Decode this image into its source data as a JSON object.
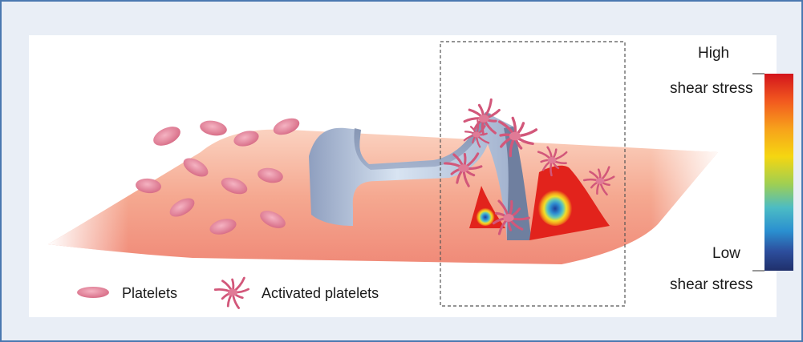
{
  "legend": {
    "platelets": "Platelets",
    "activated_platelets": "Activated platelets"
  },
  "scale": {
    "high_word": "High",
    "high_sub": "shear stress",
    "low_word": "Low",
    "low_sub": "shear stress",
    "colors": [
      "#d3141c",
      "#f25a1f",
      "#f7a21b",
      "#f5d611",
      "#9fcf52",
      "#4cbcc4",
      "#2a8fd0",
      "#2d4f9e",
      "#1f2f6a"
    ]
  },
  "colors": {
    "frame_border": "#4a78b0",
    "frame_bg": "#e9eef6",
    "platelet_fill": "#e68a9e",
    "activated_fill": "#d2577a",
    "stent_fill": "#a9bad6",
    "vessel_fill": "#f4a98c"
  }
}
